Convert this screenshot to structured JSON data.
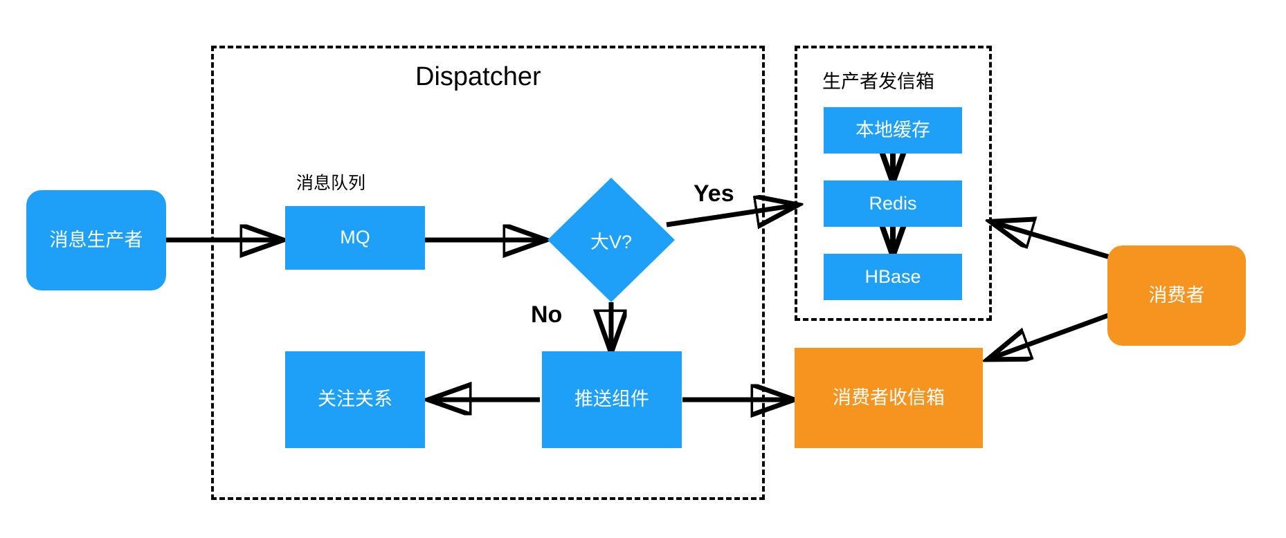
{
  "diagram": {
    "title_dispatcher": "Dispatcher",
    "colors": {
      "blue": "#1E9FF8",
      "orange": "#F5941F",
      "line": "#000000",
      "background": "#FFFFFF",
      "node_text": "#FFFFFF",
      "label_text": "#000000"
    },
    "groups": [
      {
        "id": "dispatcher",
        "label": "Dispatcher"
      },
      {
        "id": "producer-outbox",
        "label": "生产者发信箱"
      }
    ],
    "labels": {
      "message_queue": "消息队列",
      "yes": "Yes",
      "no": "No"
    },
    "nodes": {
      "message_producer": "消息生产者",
      "mq": "MQ",
      "big_v": "大V?",
      "follow_relation": "关注关系",
      "push_component": "推送组件",
      "local_cache": "本地缓存",
      "redis": "Redis",
      "hbase": "HBase",
      "consumer_inbox": "消费者收信箱",
      "consumer": "消费者"
    },
    "edges": [
      {
        "from": "消息生产者",
        "to": "MQ",
        "label": ""
      },
      {
        "from": "MQ",
        "to": "大V?",
        "label": ""
      },
      {
        "from": "大V?",
        "to": "生产者发信箱",
        "label": "Yes"
      },
      {
        "from": "大V?",
        "to": "推送组件",
        "label": "No"
      },
      {
        "from": "推送组件",
        "to": "关注关系",
        "label": ""
      },
      {
        "from": "推送组件",
        "to": "消费者收信箱",
        "label": ""
      },
      {
        "from": "本地缓存",
        "to": "Redis",
        "label": ""
      },
      {
        "from": "Redis",
        "to": "HBase",
        "label": ""
      },
      {
        "from": "消费者",
        "to": "生产者发信箱",
        "label": ""
      },
      {
        "from": "消费者收信箱",
        "to": "消费者",
        "label": ""
      },
      {
        "from": "消费者",
        "to": "消费者收信箱",
        "label": ""
      }
    ]
  }
}
